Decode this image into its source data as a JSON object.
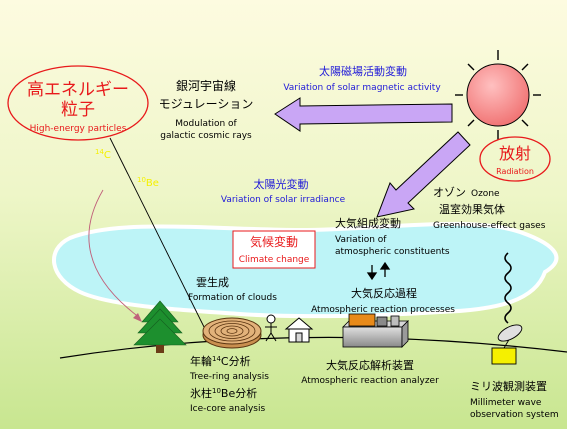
{
  "labels": {
    "high_energy_jp": "高エネルギー",
    "high_energy_jp2": "粒子",
    "high_energy_en": "High-energy particles",
    "cosmic_jp1": "銀河宇宙線",
    "cosmic_jp2": "モジュレーション",
    "cosmic_en1": "Modulation of",
    "cosmic_en2": "galactic cosmic rays",
    "solar_mag_jp": "太陽磁場活動変動",
    "solar_mag_en": "Variation of solar magnetic activity",
    "radiation_jp": "放射",
    "radiation_en": "Radiation",
    "c14_mass": "14",
    "c14_sym": "C",
    "be10_mass": "10",
    "be10_sym": "Be",
    "solar_irr_jp": "太陽光変動",
    "solar_irr_en": "Variation of solar irradiance",
    "ozone_jp": "オゾン",
    "ozone_en": "Ozone",
    "ghg_jp": "温室効果気体",
    "ghg_en": "Greenhouse-effect gases",
    "atm_const_jp": "大気組成変動",
    "atm_const_en1": "Variation of",
    "atm_const_en2": "atmospheric constituents",
    "climate_jp": "気候変動",
    "climate_en": "Climate change",
    "clouds_jp": "雲生成",
    "clouds_en": "Formation of clouds",
    "atm_react_jp": "大気反応過程",
    "atm_react_en": "Atmospheric reaction processes",
    "tree_jp_a": "年輪",
    "tree_jp_mass": "14",
    "tree_jp_b": "C分析",
    "tree_en": "Tree-ring analysis",
    "ice_jp_a": "氷柱",
    "ice_jp_mass": "10",
    "ice_jp_b": "Be分析",
    "ice_en": "Ice-core analysis",
    "analyzer_jp": "大気反応解析装置",
    "analyzer_en": "Atmospheric reaction analyzer",
    "mm_jp": "ミリ波観測装置",
    "mm_en1": "Millimeter wave",
    "mm_en2": "observation system"
  },
  "colors": {
    "bg_top": "#fdfbe0",
    "bg_bottom": "#cfe89a",
    "cloud": "#bdf4f7",
    "red": "#e8191b",
    "blue": "#1f19d8",
    "yellow": "#f5f000",
    "arrow_fill": "#c9a6f5",
    "sun": "#f58a8a",
    "tree": "#1d8f2e"
  },
  "icons": [
    "sun-icon",
    "tree-icon",
    "tree-ring-icon",
    "person-icon",
    "house-icon",
    "analyzer-icon",
    "dish-antenna-icon",
    "wave-icon"
  ]
}
